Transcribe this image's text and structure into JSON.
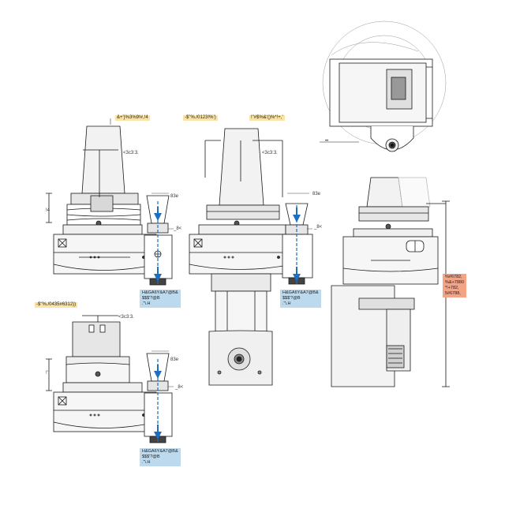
{
  "colors": {
    "line": "#1a1a1a",
    "fill_gray": "#e6e6e6",
    "fill_dark": "#bdbdbd",
    "arrow_blue": "#1f6fc0",
    "tag_yellow": "#fbe3a6",
    "tag_blue": "#bcd9ee",
    "tag_red": "#f4a385"
  },
  "labels": {
    "tl_top": "&+'}%3%9!#,!4",
    "tm_left": "-$\"%./0123!%')",
    "tm_right": "!\"#$%&'()%*!+,'",
    "bl_top": "-$\"%./0435#6312))",
    "dim_tl": "<3c3:3.",
    "dim_tm": "<3c3:3.",
    "dim_bl": "<3c3:3.",
    "e_tl": "83e",
    "e_tm": "83e",
    "e_bl": "83e",
    "lt_tl": "_8<",
    "lt_tm": "_8<",
    "lt_bl": "_8<",
    "side_tl": "!4",
    "side_bl": "!'",
    "tr_mark": "••",
    "blue_tl": "H&GA6Y&A7@B&\n$$$'?@B\n.\"\\.H",
    "blue_tm": "H&GA6Y&A7@B&\n$$$'?@B\n.\"\\.H",
    "blue_bl": "H&GA6Y&A7@B&\n$$$'?@B\n.\"\\.H",
    "red_right": "%#6782,\n%&+7880\n*!+782,\n5#6788,"
  }
}
